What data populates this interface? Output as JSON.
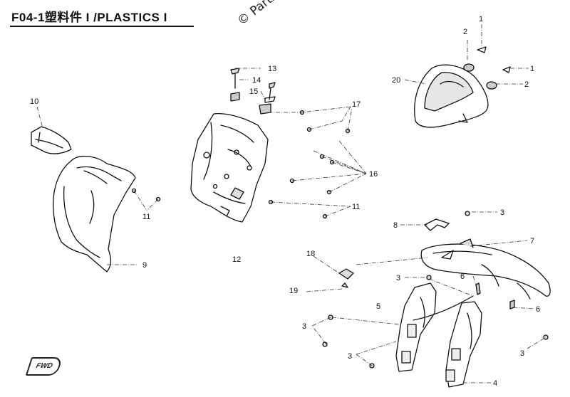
{
  "header": {
    "title": "F04-1塑料件 I /PLASTICS  I",
    "copyright": "© Partzilla"
  },
  "badge": {
    "fwd_label": "FWD"
  },
  "callouts": {
    "c1a": "1",
    "c2a": "2",
    "c1b": "1",
    "c2b": "2",
    "c20": "20",
    "c13": "13",
    "c14": "14",
    "c15": "15",
    "c17": "17",
    "c16": "16",
    "c11a": "11",
    "c11b": "11",
    "c10": "10",
    "c9": "9",
    "c12": "12",
    "c3a": "3",
    "c8": "8",
    "c7": "7",
    "c18": "18",
    "c3b": "3",
    "c6a": "6",
    "c19": "19",
    "c5": "5",
    "c6b": "6",
    "c3c": "3",
    "c3d": "3",
    "c3e": "3",
    "c4": "4"
  },
  "colors": {
    "line": "#111111",
    "fill": "#ffffff",
    "shade": "#d8d8d8"
  }
}
